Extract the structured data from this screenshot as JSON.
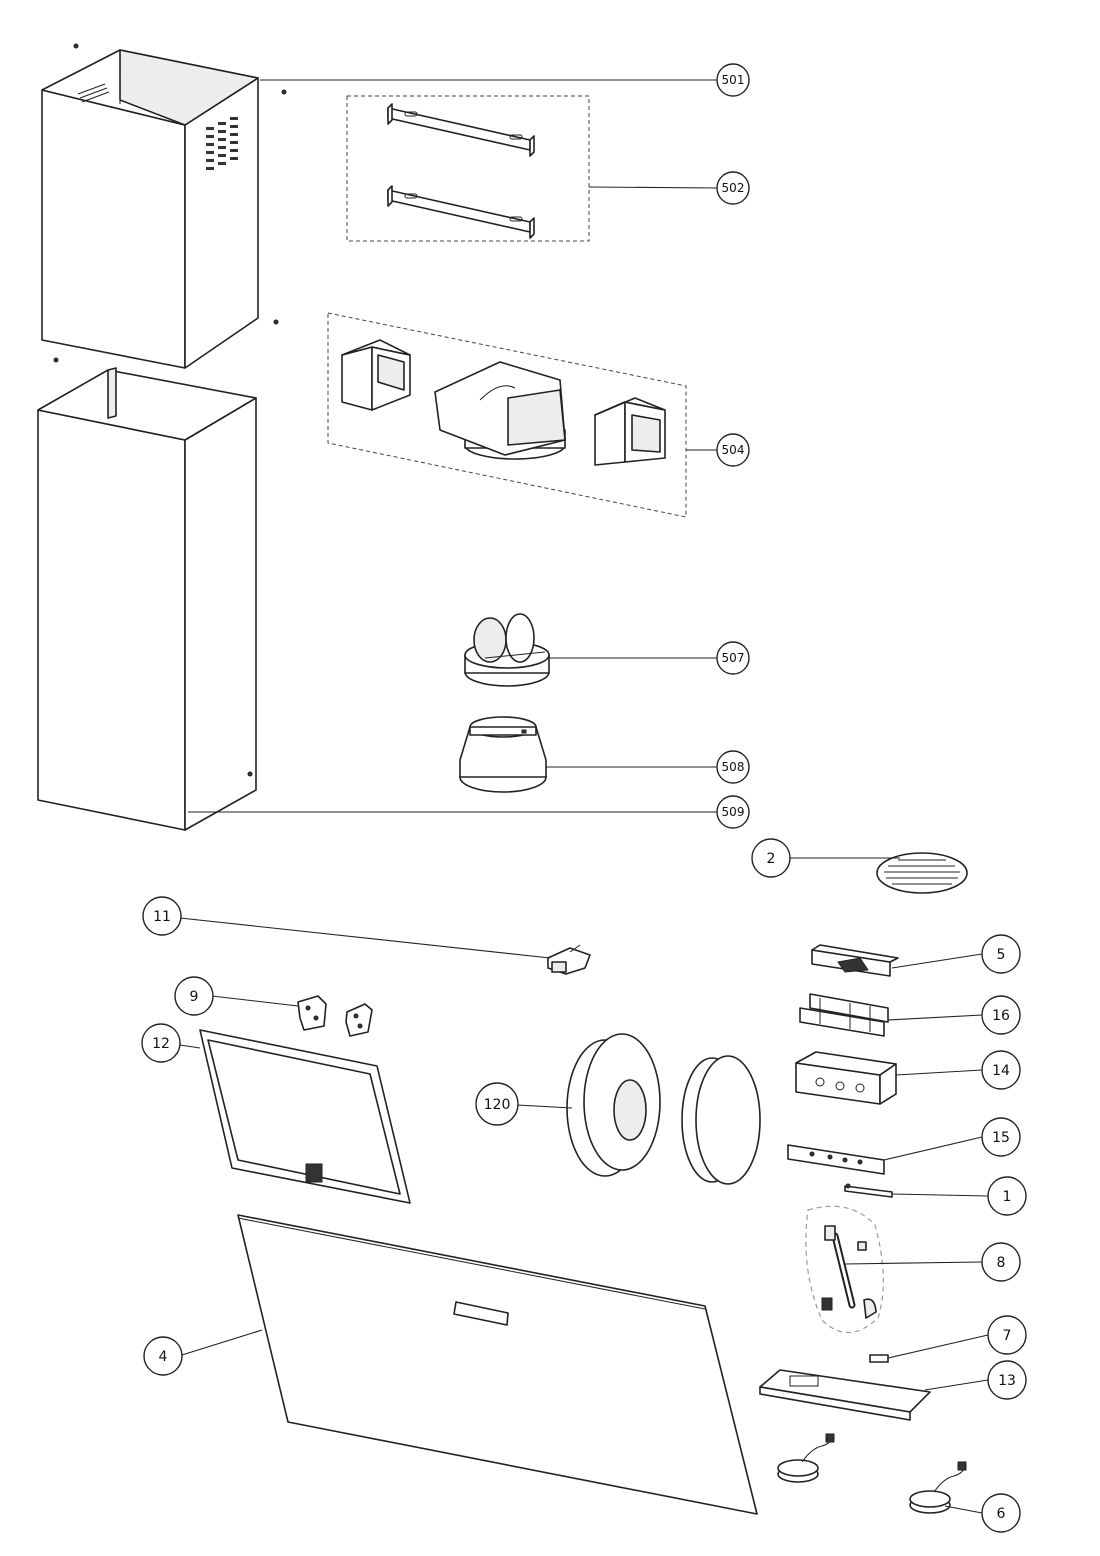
{
  "callouts": [
    {
      "id": "501",
      "label": "501"
    },
    {
      "id": "502",
      "label": "502"
    },
    {
      "id": "504",
      "label": "504"
    },
    {
      "id": "507",
      "label": "507"
    },
    {
      "id": "508",
      "label": "508"
    },
    {
      "id": "509",
      "label": "509"
    },
    {
      "id": "2",
      "label": "2"
    },
    {
      "id": "11",
      "label": "11"
    },
    {
      "id": "5",
      "label": "5"
    },
    {
      "id": "9",
      "label": "9"
    },
    {
      "id": "16",
      "label": "16"
    },
    {
      "id": "12",
      "label": "12"
    },
    {
      "id": "14",
      "label": "14"
    },
    {
      "id": "120",
      "label": "120"
    },
    {
      "id": "15",
      "label": "15"
    },
    {
      "id": "1",
      "label": "1"
    },
    {
      "id": "8",
      "label": "8"
    },
    {
      "id": "4",
      "label": "4"
    },
    {
      "id": "7",
      "label": "7"
    },
    {
      "id": "13",
      "label": "13"
    },
    {
      "id": "6",
      "label": "6"
    }
  ]
}
